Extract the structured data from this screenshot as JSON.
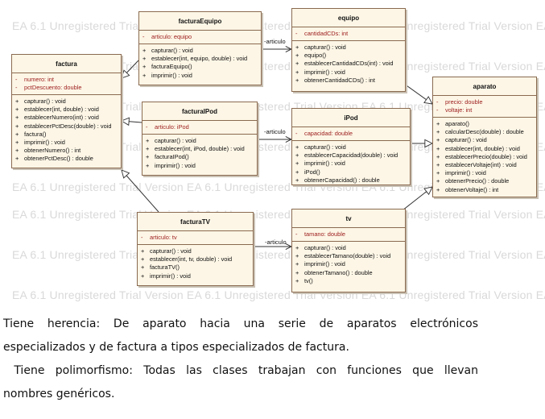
{
  "watermark": {
    "text": "EA 6.1 Unregistered Trial Version   EA 6.1 Unregistered Trial Version   EA 6.1 Unregistered Trial Version   EA 6.1 Unregistered Trial Version   EA 6.1 Unregistered Trial Version"
  },
  "classes": {
    "facturaEquipo": {
      "name": "facturaEquipo",
      "attributes": [
        {
          "vis": "-",
          "text": "articulo:  equipo"
        }
      ],
      "operations": [
        {
          "vis": "+",
          "text": "capturar() : void"
        },
        {
          "vis": "+",
          "text": "establecer(int, equipo, double) : void"
        },
        {
          "vis": "+",
          "text": "facturaEquipo()"
        },
        {
          "vis": "+",
          "text": "imprimir() : void"
        }
      ]
    },
    "equipo": {
      "name": "equipo",
      "attributes": [
        {
          "vis": "-",
          "text": "cantidadCDs:  int"
        }
      ],
      "operations": [
        {
          "vis": "+",
          "text": "capturar() : void"
        },
        {
          "vis": "+",
          "text": "equipo()"
        },
        {
          "vis": "+",
          "text": "establecerCantidadCDs(int) : void"
        },
        {
          "vis": "+",
          "text": "imprimir() : void"
        },
        {
          "vis": "+",
          "text": "obtenerCantidadCDs() : int"
        }
      ]
    },
    "factura": {
      "name": "factura",
      "attributes": [
        {
          "vis": "-",
          "text": "numero:  int"
        },
        {
          "vis": "-",
          "text": "pctDescuento:  double"
        }
      ],
      "operations": [
        {
          "vis": "+",
          "text": "capturar() : void"
        },
        {
          "vis": "+",
          "text": "establecer(int, double) : void"
        },
        {
          "vis": "+",
          "text": "establecerNumero(int) : void"
        },
        {
          "vis": "+",
          "text": "establecerPctDesc(double) : void"
        },
        {
          "vis": "+",
          "text": "factura()"
        },
        {
          "vis": "+",
          "text": "imprimir() : void"
        },
        {
          "vis": "+",
          "text": "obtenerNumero() : int"
        },
        {
          "vis": "+",
          "text": "obtenerPctDesc() : double"
        }
      ]
    },
    "facturaIPod": {
      "name": "facturaIPod",
      "attributes": [
        {
          "vis": "-",
          "text": "articulo:  iPod"
        }
      ],
      "operations": [
        {
          "vis": "+",
          "text": "capturar() : void"
        },
        {
          "vis": "+",
          "text": "establecer(int, iPod, double) : void"
        },
        {
          "vis": "+",
          "text": "facturaIPod()"
        },
        {
          "vis": "+",
          "text": "imprimir() : void"
        }
      ]
    },
    "iPod": {
      "name": "iPod",
      "attributes": [
        {
          "vis": "-",
          "text": "capacidad:  double"
        }
      ],
      "operations": [
        {
          "vis": "+",
          "text": "capturar() : void"
        },
        {
          "vis": "+",
          "text": "establecerCapacidad(double) : void"
        },
        {
          "vis": "+",
          "text": "imprimir() : void"
        },
        {
          "vis": "+",
          "text": "iPod()"
        },
        {
          "vis": "+",
          "text": "obtenerCapacidad() : double"
        }
      ]
    },
    "aparato": {
      "name": "aparato",
      "attributes": [
        {
          "vis": "-",
          "text": "precio:  double"
        },
        {
          "vis": "-",
          "text": "voltaje:  int"
        }
      ],
      "operations": [
        {
          "vis": "+",
          "text": "aparato()"
        },
        {
          "vis": "+",
          "text": "calcularDesc(double) : double"
        },
        {
          "vis": "+",
          "text": "capturar() : void"
        },
        {
          "vis": "+",
          "text": "establecer(int, double) : void"
        },
        {
          "vis": "+",
          "text": "establecerPrecio(double) : void"
        },
        {
          "vis": "+",
          "text": "establecerVoltaje(int) : void"
        },
        {
          "vis": "+",
          "text": "imprimir() : void"
        },
        {
          "vis": "+",
          "text": "obtenerPrecio() : double"
        },
        {
          "vis": "+",
          "text": "obtenerVoltaje() : int"
        }
      ]
    },
    "facturaTV": {
      "name": "facturaTV",
      "attributes": [
        {
          "vis": "-",
          "text": "articulo:  tv"
        }
      ],
      "operations": [
        {
          "vis": "+",
          "text": "capturar() : void"
        },
        {
          "vis": "+",
          "text": "establecer(int, tv, double) : void"
        },
        {
          "vis": "+",
          "text": "facturaTV()"
        },
        {
          "vis": "+",
          "text": "imprimir() : void"
        }
      ]
    },
    "tv": {
      "name": "tv",
      "attributes": [
        {
          "vis": "-",
          "text": "tamano:  double"
        }
      ],
      "operations": [
        {
          "vis": "+",
          "text": "capturar() : void"
        },
        {
          "vis": "+",
          "text": "establecerTamano(double) : void"
        },
        {
          "vis": "+",
          "text": "imprimir() : void"
        },
        {
          "vis": "+",
          "text": "obtenerTamano() : double"
        },
        {
          "vis": "+",
          "text": "tv()"
        }
      ]
    }
  },
  "associations": {
    "equipo_label": "-articulo",
    "ipod_label": "-articulo",
    "tv_label": "-articulo"
  },
  "caption": {
    "line1": "Tiene herencia: De aparato hacia una serie de aparatos electrónicos",
    "line2": "especializados y de factura a tipos especializados de factura.",
    "line3": " Tiene polimorfismo: Todas las clases trabajan con funciones que llevan",
    "line4": "nombres genéricos."
  }
}
